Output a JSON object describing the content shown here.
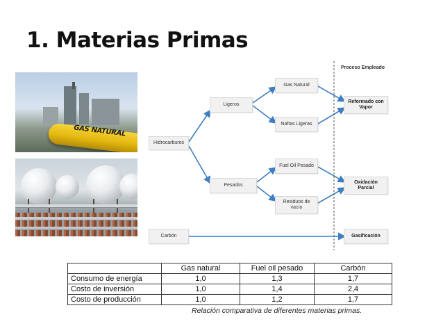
{
  "slide": {
    "title": "1. Materias Primas"
  },
  "photos": {
    "gas_pipe_label": "GAS NATURAL"
  },
  "diagram": {
    "header": "Proceso Empleado",
    "nodes": {
      "hidrocarburos": "Hidrocarburos",
      "ligeros": "Ligeros",
      "pesados": "Pesados",
      "gas_natural": "Gas Natural",
      "naftas_ligeras": "Naftas Ligeras",
      "fuel_oil_pesado": "Fuel Oil Pesado",
      "residuos_vacio_l1": "Residuos de",
      "residuos_vacio_l2": "vacío",
      "carbon": "Carbón",
      "reformado_l1": "Reformado con",
      "reformado_l2": "Vapor",
      "oxidacion_l1": "Oxidación",
      "oxidacion_l2": "Parcial",
      "gasificacion": "Gasificación"
    },
    "colors": {
      "arrow": "#3f7ec1",
      "box_bg": "#f1f1f1",
      "divider": "#555555"
    }
  },
  "table": {
    "headers": [
      "",
      "Gas natural",
      "Fuel oil pesado",
      "Carbón"
    ],
    "rows": [
      [
        "Consumo de energía",
        "1,0",
        "1,3",
        "1,7"
      ],
      [
        "Costo de inversión",
        "1,0",
        "1,4",
        "2,4"
      ],
      [
        "Costo de producción",
        "1,0",
        "1,2",
        "1,7"
      ]
    ],
    "caption": "Relación comparativa de diferentes materias primas."
  }
}
